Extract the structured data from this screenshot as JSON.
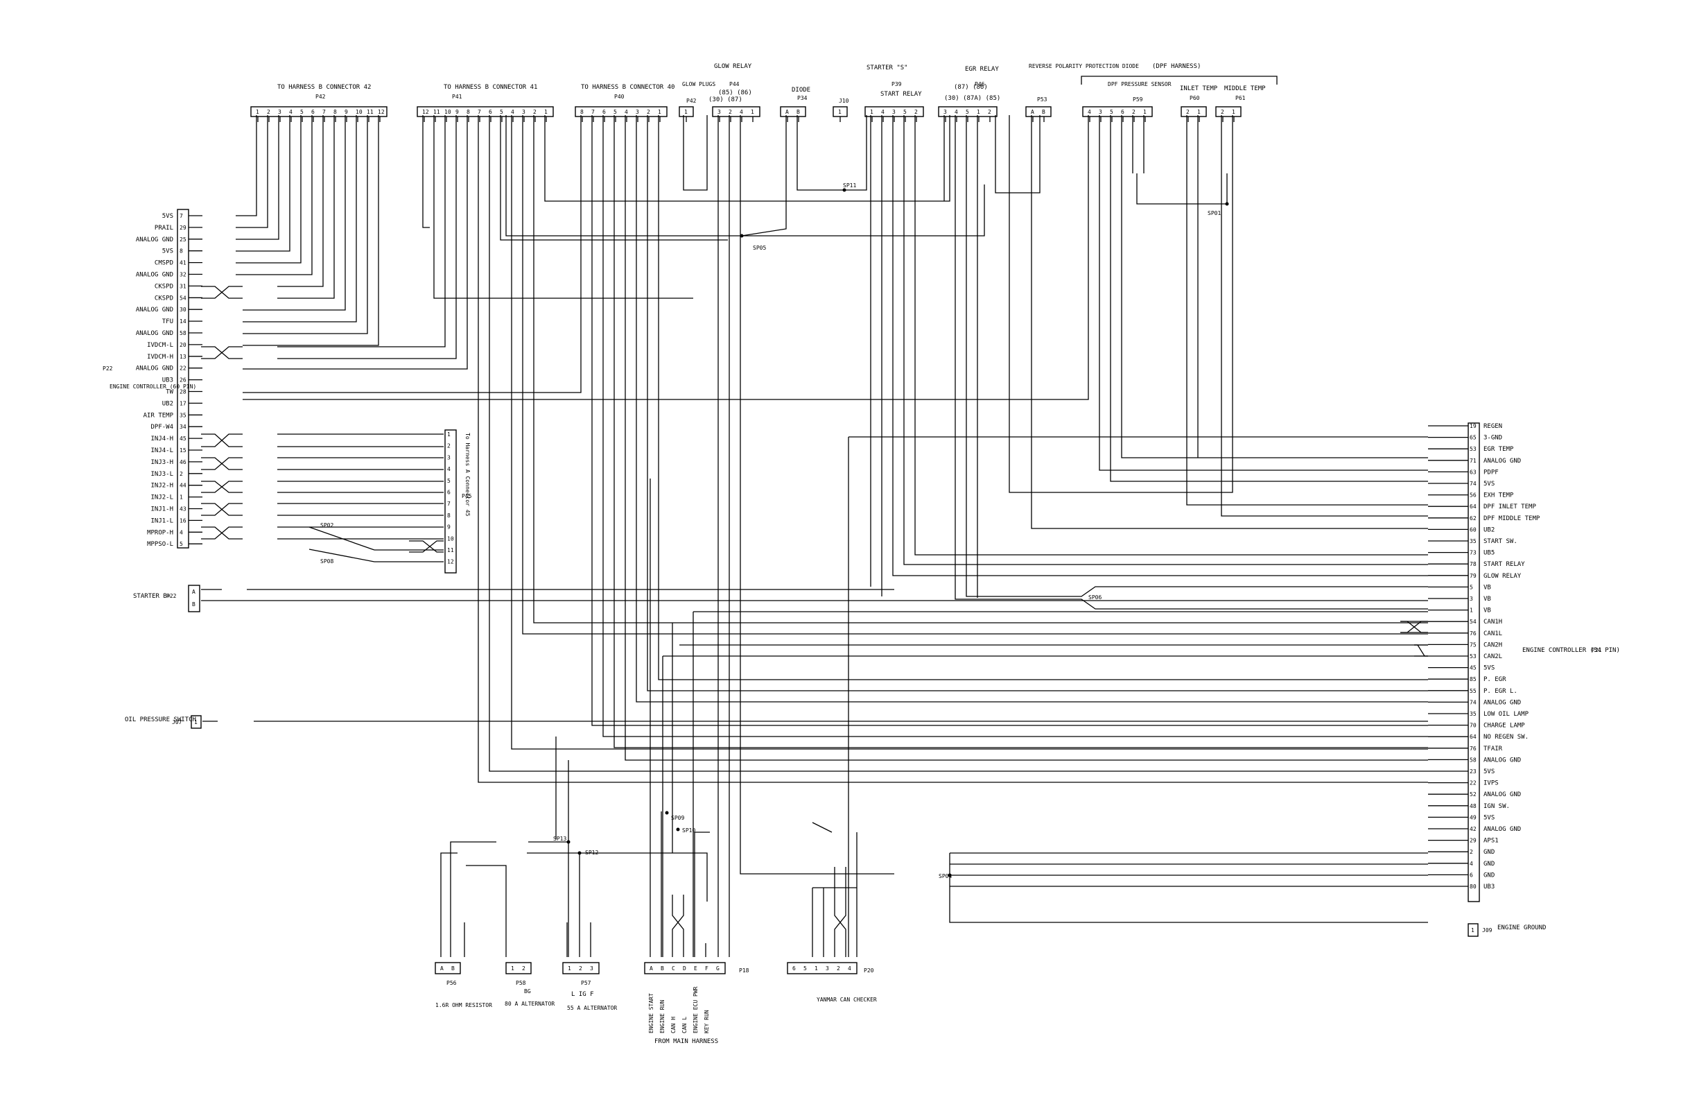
{
  "top_connectors": {
    "p42": {
      "title": "TO HARNESS B CONNECTOR 42",
      "id": "P42",
      "pins": [
        "1",
        "2",
        "3",
        "4",
        "5",
        "6",
        "7",
        "8",
        "9",
        "10",
        "11",
        "12"
      ]
    },
    "p41": {
      "title": "TO HARNESS B CONNECTOR 41",
      "id": "P41",
      "pins": [
        "12",
        "11",
        "10",
        "9",
        "8",
        "7",
        "6",
        "5",
        "4",
        "3",
        "2",
        "1"
      ]
    },
    "p40": {
      "title": "TO HARNESS B CONNECTOR 40",
      "id": "P40",
      "pins": [
        "8",
        "7",
        "6",
        "5",
        "4",
        "3",
        "2",
        "1"
      ]
    },
    "glow_relay": {
      "title": "GLOW RELAY",
      "id": "P44",
      "sub": "(85)  (86)",
      "sub2": "(30)  (87)",
      "pins": [
        "3",
        "2",
        "4",
        "1"
      ]
    },
    "glow_plugs": {
      "title": "GLOW PLUGS",
      "id": "P42",
      "pins": [
        "1"
      ]
    },
    "diode": {
      "title": "DIODE",
      "id": "P34",
      "pins": [
        "A",
        "B"
      ]
    },
    "starter": {
      "title": "STARTER \"S\"",
      "id": "J10",
      "pins": [
        "1"
      ]
    },
    "start_relay": {
      "title": "START RELAY",
      "id": "P39",
      "pins": [
        "1",
        "4",
        "3",
        "5",
        "2"
      ]
    },
    "egr_relay": {
      "title": "EGR RELAY",
      "id": "P46",
      "sub": "(87)  (86)",
      "sub2": "(30)  (87A)  (85)",
      "pins": [
        "3",
        "4",
        "5",
        "1",
        "2"
      ]
    },
    "reverse": {
      "title": "REVERSE POLARITY PROTECTION DIODE",
      "id": "P53",
      "pins": [
        "A",
        "B"
      ]
    },
    "dpf_harness": {
      "title": "(DPF HARNESS)"
    },
    "dpf_pressure": {
      "title": "DPF PRESSURE SENSOR",
      "id": "P59",
      "pins": [
        "4",
        "3",
        "5",
        "6",
        "2",
        "1"
      ]
    },
    "inlet_temp": {
      "title": "INLET TEMP",
      "id": "P60",
      "pins": [
        "2",
        "1"
      ]
    },
    "middle_temp": {
      "title": "MIDDLE TEMP",
      "id": "P61",
      "pins": [
        "2",
        "1"
      ]
    }
  },
  "left_controller": {
    "id": "P22",
    "label": "ENGINE CONTROLLER (60 PIN)",
    "pins": [
      {
        "num": "7",
        "label": "5VS"
      },
      {
        "num": "29",
        "label": "PRAIL"
      },
      {
        "num": "25",
        "label": "ANALOG GND"
      },
      {
        "num": "8",
        "label": "5VS"
      },
      {
        "num": "41",
        "label": "CMSPD"
      },
      {
        "num": "32",
        "label": "ANALOG GND"
      },
      {
        "num": "31",
        "label": "CKSPD"
      },
      {
        "num": "54",
        "label": "CKSPD"
      },
      {
        "num": "30",
        "label": "ANALOG GND"
      },
      {
        "num": "14",
        "label": "TFU"
      },
      {
        "num": "58",
        "label": "ANALOG GND"
      },
      {
        "num": "20",
        "label": "IVDCM-L"
      },
      {
        "num": "13",
        "label": "IVDCM-H"
      },
      {
        "num": "22",
        "label": "ANALOG GND"
      },
      {
        "num": "26",
        "label": "UB3"
      },
      {
        "num": "28",
        "label": "TW"
      },
      {
        "num": "17",
        "label": "UB2"
      },
      {
        "num": "35",
        "label": "AIR TEMP"
      },
      {
        "num": "34",
        "label": "DPF-W4"
      },
      {
        "num": "45",
        "label": "INJ4-H"
      },
      {
        "num": "15",
        "label": "INJ4-L"
      },
      {
        "num": "46",
        "label": "INJ3-H"
      },
      {
        "num": "2",
        "label": "INJ3-L"
      },
      {
        "num": "44",
        "label": "INJ2-H"
      },
      {
        "num": "1",
        "label": "INJ2-L"
      },
      {
        "num": "43",
        "label": "INJ1-H"
      },
      {
        "num": "16",
        "label": "INJ1-L"
      },
      {
        "num": "4",
        "label": "MPROP-H"
      },
      {
        "num": "5",
        "label": "MPPSO-L"
      }
    ]
  },
  "p45": {
    "id": "P45",
    "label": "To Harness A Connector 45",
    "pins": [
      "1",
      "2",
      "3",
      "4",
      "5",
      "6",
      "7",
      "8",
      "9",
      "10",
      "11",
      "12"
    ]
  },
  "starter_b": {
    "label": "STARTER B+",
    "id": "P22",
    "pins": [
      "A",
      "B"
    ]
  },
  "oil_pressure": {
    "label": "OIL PRESSURE SWITCH",
    "id": "J07",
    "pins": [
      "1"
    ]
  },
  "right_controller": {
    "id": "P21",
    "label": "ENGINE CONTROLLER (34 PIN)",
    "pins": [
      {
        "num": "19",
        "label": "REGEN"
      },
      {
        "num": "65",
        "label": "3-GND"
      },
      {
        "num": "53",
        "label": "EGR TEMP"
      },
      {
        "num": "71",
        "label": "ANALOG GND"
      },
      {
        "num": "63",
        "label": "PDPF"
      },
      {
        "num": "74",
        "label": "5VS"
      },
      {
        "num": "56",
        "label": "EXH TEMP"
      },
      {
        "num": "64",
        "label": "DPF INLET TEMP"
      },
      {
        "num": "62",
        "label": "DPF MIDDLE TEMP"
      },
      {
        "num": "60",
        "label": "UB2"
      },
      {
        "num": "35",
        "label": "START SW."
      },
      {
        "num": "73",
        "label": "UB5"
      },
      {
        "num": "78",
        "label": "START RELAY"
      },
      {
        "num": "79",
        "label": "GLOW RELAY"
      },
      {
        "num": "5",
        "label": "VB"
      },
      {
        "num": "3",
        "label": "VB"
      },
      {
        "num": "1",
        "label": "VB"
      },
      {
        "num": "54",
        "label": "CAN1H"
      },
      {
        "num": "76",
        "label": "CAN1L"
      },
      {
        "num": "75",
        "label": "CAN2H"
      },
      {
        "num": "53",
        "label": "CAN2L"
      },
      {
        "num": "45",
        "label": "5VS"
      },
      {
        "num": "85",
        "label": "P. EGR"
      },
      {
        "num": "55",
        "label": "P. EGR L."
      },
      {
        "num": "74",
        "label": "ANALOG GND"
      },
      {
        "num": "35",
        "label": "LOW OIL LAMP"
      },
      {
        "num": "70",
        "label": "CHARGE LAMP"
      },
      {
        "num": "64",
        "label": "NO REGEN SW."
      },
      {
        "num": "76",
        "label": "TFAIR"
      },
      {
        "num": "58",
        "label": "ANALOG GND"
      },
      {
        "num": "23",
        "label": "5VS"
      },
      {
        "num": "22",
        "label": "IVPS"
      },
      {
        "num": "52",
        "label": "ANALOG GND"
      },
      {
        "num": "48",
        "label": "IGN SW."
      },
      {
        "num": "49",
        "label": "5VS"
      },
      {
        "num": "42",
        "label": "ANALOG GND"
      },
      {
        "num": "29",
        "label": "APS1"
      },
      {
        "num": "2",
        "label": "GND"
      },
      {
        "num": "4",
        "label": "GND"
      },
      {
        "num": "6",
        "label": "GND"
      },
      {
        "num": "80",
        "label": "UB3"
      }
    ]
  },
  "engine_ground": {
    "label": "ENGINE GROUND",
    "id": "J09",
    "pins": [
      "1"
    ]
  },
  "splices": [
    "SP01",
    "SP02",
    "SP05",
    "SP06",
    "SP08",
    "SP09",
    "SP10",
    "SP11",
    "SP12",
    "SP13",
    "SP04"
  ],
  "bottom_connectors": {
    "p56": {
      "id": "P56",
      "pins": [
        "A",
        "B"
      ],
      "label": "1.6R OHM RESISTOR"
    },
    "p58": {
      "id": "P58",
      "sub": "BG",
      "pins": [
        "1",
        "2"
      ],
      "label": "80 A ALTERNATOR"
    },
    "p57": {
      "id": "P57",
      "sub": "L  IG  F",
      "pins": [
        "1",
        "2",
        "3"
      ],
      "label": "55 A ALTERNATOR"
    },
    "p18": {
      "id": "P18",
      "pins": [
        "A",
        "B",
        "C",
        "D",
        "E",
        "F",
        "G"
      ],
      "wire_labels": [
        "ENGINE START",
        "ENGINE RUN",
        "CAN H",
        "CAN L",
        "ENGINE ECU PWR",
        "KEY RUN"
      ],
      "footer": "FROM MAIN HARNESS"
    },
    "p20": {
      "id": "P20",
      "pins": [
        "6",
        "5",
        "1",
        "3",
        "2",
        "4"
      ],
      "label": "YANMAR CAN CHECKER"
    }
  }
}
